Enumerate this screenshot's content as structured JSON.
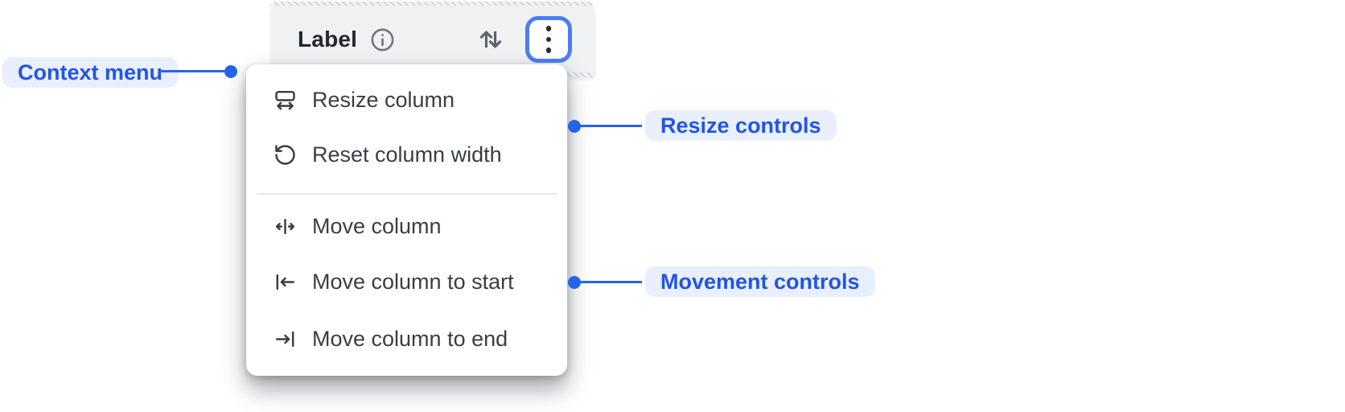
{
  "header": {
    "label": "Label",
    "info_icon": "info-icon",
    "sort_icon": "sort-arrows-icon",
    "menu_button_icon": "kebab-menu-icon"
  },
  "menu": {
    "items": [
      {
        "label": "Resize column",
        "icon": "resize-column-icon"
      },
      {
        "label": "Reset column width",
        "icon": "reset-column-width-icon"
      },
      {
        "label": "Move column",
        "icon": "move-column-icon"
      },
      {
        "label": "Move column to start",
        "icon": "move-column-to-start-icon"
      },
      {
        "label": "Move column to end",
        "icon": "move-column-to-end-icon"
      }
    ],
    "divider_after_index": 1
  },
  "annotations": {
    "context_menu": {
      "label": "Context menu"
    },
    "resize_controls": {
      "label": "Resize controls"
    },
    "movement_controls": {
      "label": "Movement controls"
    }
  },
  "colors": {
    "accent_blue": "#2563eb",
    "annotation_text": "#2155e4",
    "annotation_bg": "#e9effe",
    "focus_ring": "#4b7ef2",
    "header_bg": "#eff1f3",
    "menu_bg": "#ffffff",
    "menu_text": "#383e46",
    "divider": "#e5e7e9"
  }
}
